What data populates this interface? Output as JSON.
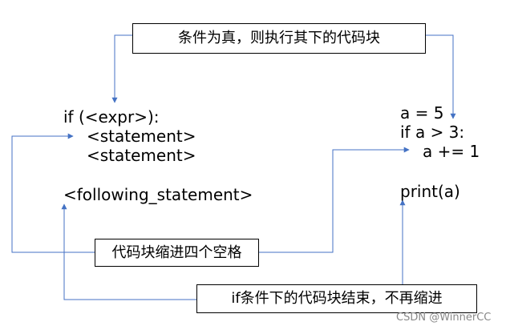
{
  "callouts": {
    "top": "条件为真，则执行其下的代码块",
    "indent": "代码块缩进四个空格",
    "end": "if条件下的代码块结束，不再缩进"
  },
  "left_code": {
    "line1": "if (<expr>):",
    "line2": "<statement>",
    "line3": "<statement>",
    "line4": "<following_statement>"
  },
  "right_code": {
    "line1": "a = 5",
    "line2": "if a > 3:",
    "line3": "a += 1",
    "line4": "print(a)"
  },
  "watermark": "CSDN @WinnerCC",
  "colors": {
    "arrow": "#4472C4",
    "text": "#000000",
    "box_border": "#000000"
  }
}
